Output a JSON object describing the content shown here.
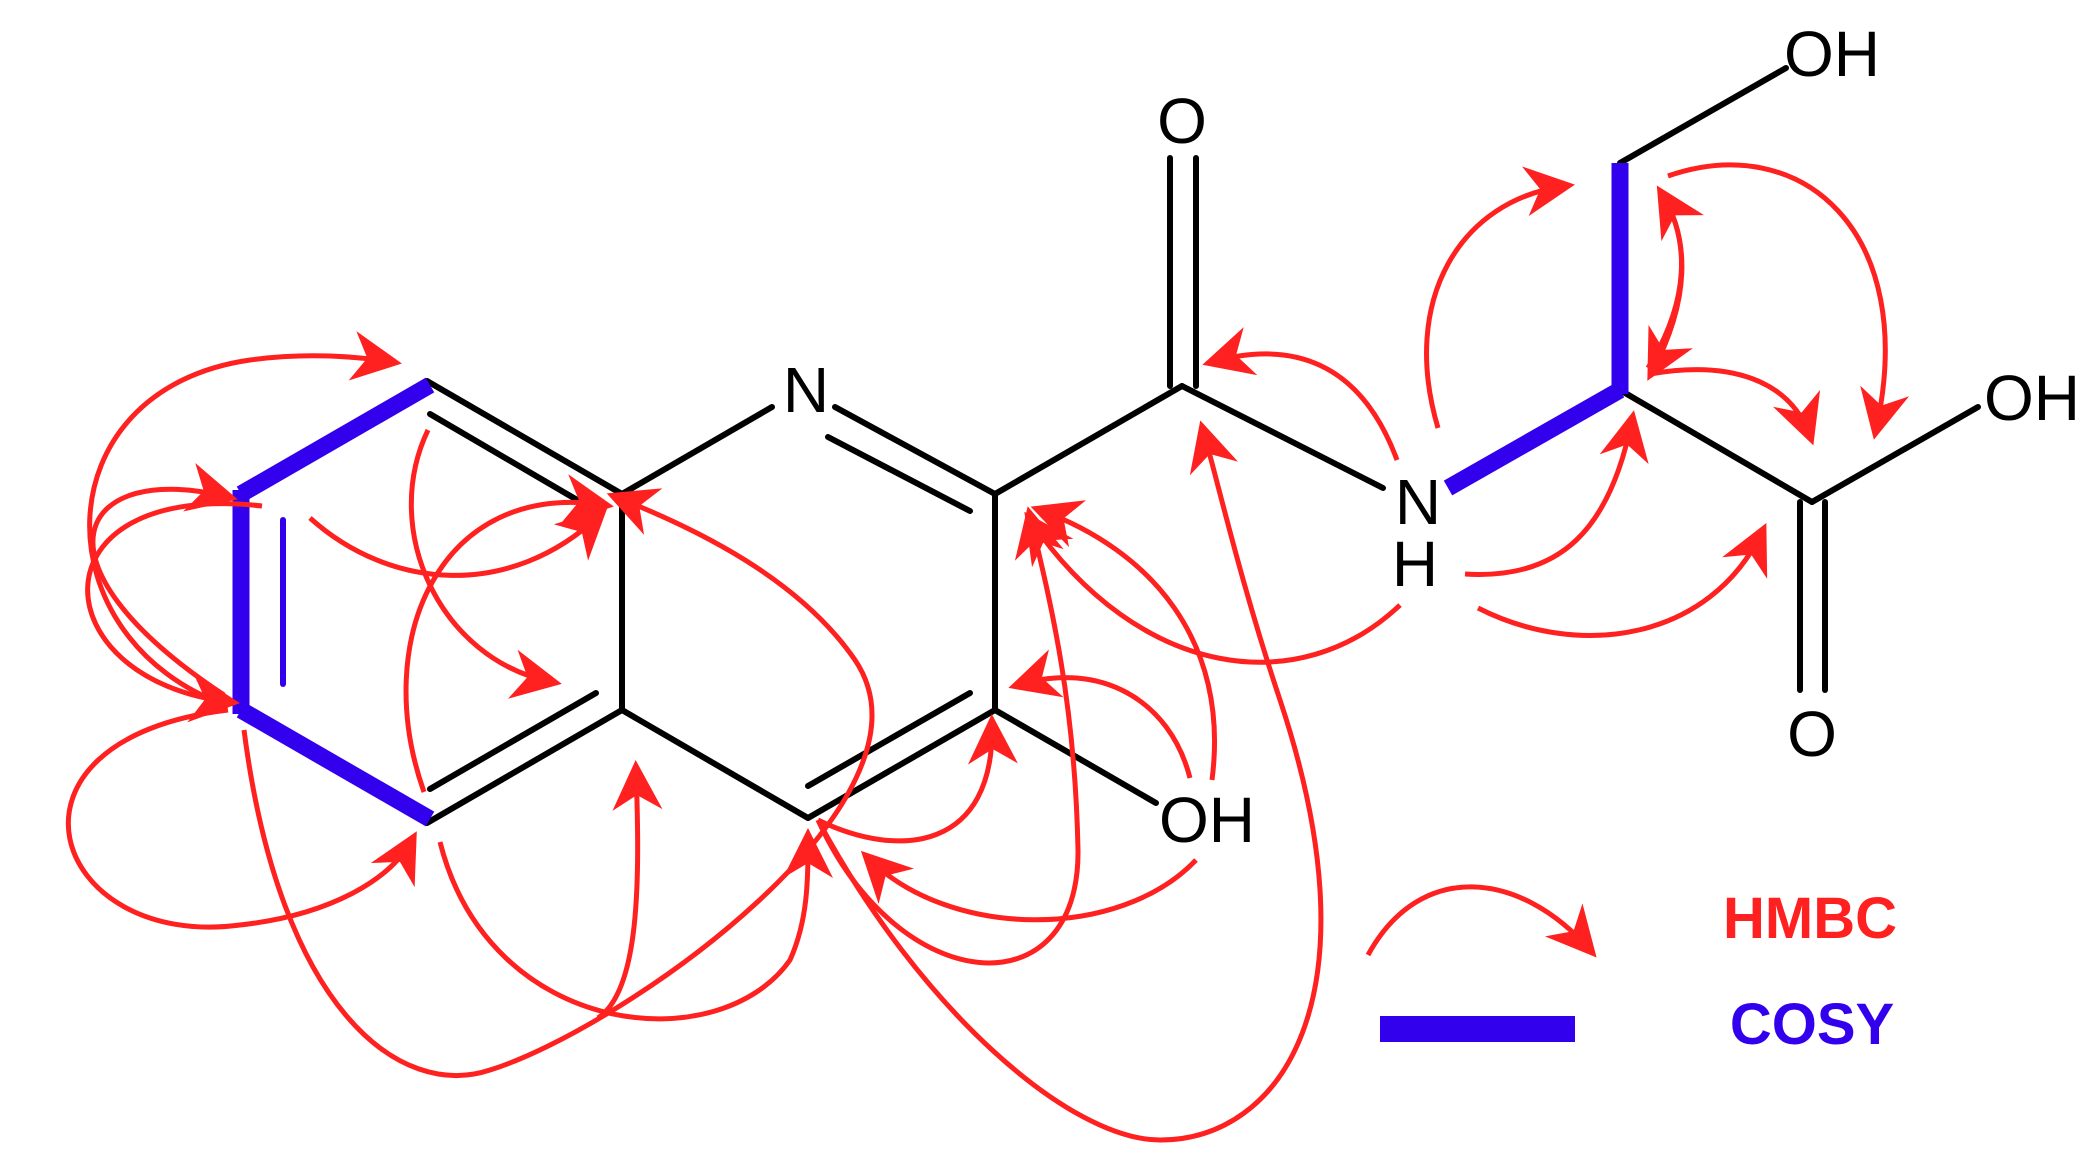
{
  "colors": {
    "hmbc": "#ff2020",
    "cosy": "#3300ee",
    "bond": "#000000"
  },
  "atoms": {
    "ring_n": "N",
    "carbonyl_o": "O",
    "amide_n": "N",
    "amide_h": "H",
    "phenol_oh": "OH",
    "side_oh": "OH",
    "acid_oh": "OH",
    "acid_o": "O"
  },
  "legend": {
    "hmbc_label": "HMBC",
    "cosy_label": "COSY"
  }
}
